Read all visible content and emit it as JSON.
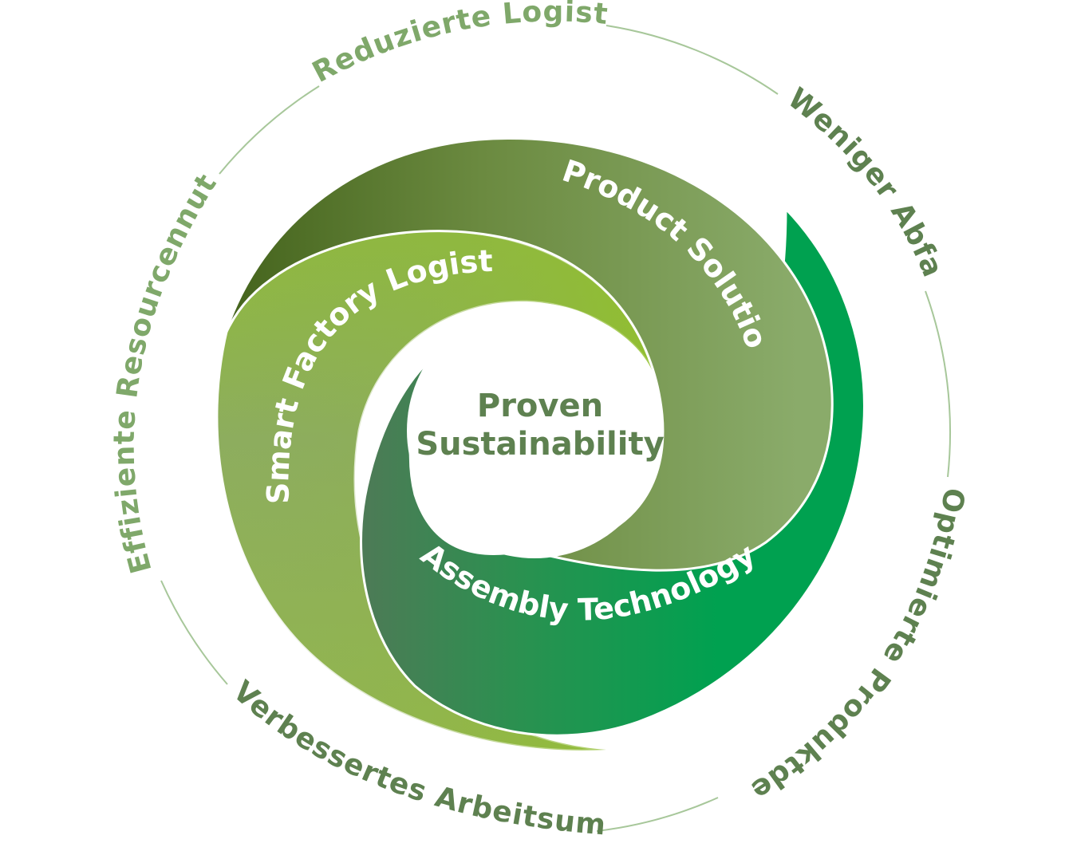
{
  "center": {
    "line1": "Proven",
    "line2": "Sustainability"
  },
  "bands": {
    "product_solutions": "Product Solutions",
    "smart_factory_logistics": "Smart Factory Logistics",
    "assembly_technology_expert": "Assembly Technology Expert"
  },
  "benefits": {
    "reduzierte_logistik": "Reduzierte Logistik",
    "weniger_abfall": "Weniger Abfall",
    "optimierte_produktdesigns": "Optimierte Produktdesigns",
    "verbessertes_arbeitsumfeld": "Verbessertes Arbeitsumfeld",
    "effiziente_resourcennutzung": "Effiziente Resourcennutzung"
  },
  "colors": {
    "product_solutions_dark": "#4e6e22",
    "product_solutions_light": "#8aab6a",
    "smart_factory_light": "#8fbe30",
    "smart_factory_mid": "#8dad5e",
    "assembly_dark": "#4b7a52",
    "assembly_bright": "#00a04e",
    "label_green": "#7fa86a",
    "center_text": "#5e8150"
  }
}
